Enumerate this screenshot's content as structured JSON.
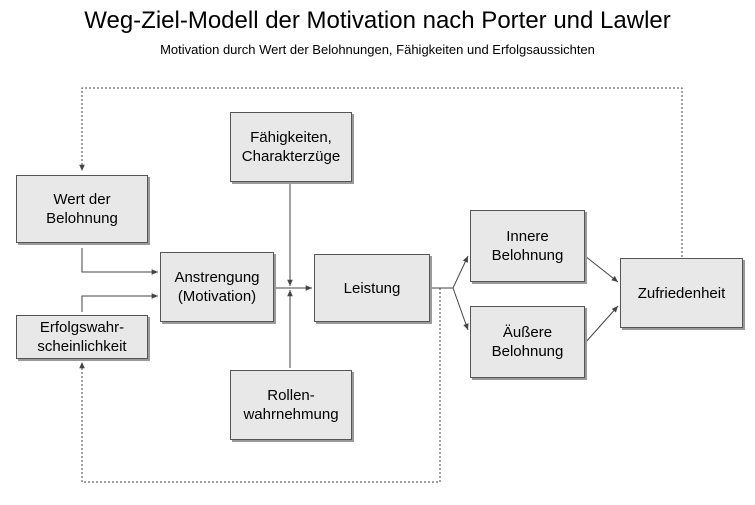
{
  "title": "Weg-Ziel-Modell der Motivation nach Porter und Lawler",
  "subtitle": "Motivation durch Wert der Belohnungen, Fähigkeiten und Erfolgsaussichten",
  "nodes": {
    "wert": "Wert der\nBelohnung",
    "erfolg": "Erfolgswahr-\nscheinlichkeit",
    "anstrengung": "Anstrengung\n(Motivation)",
    "faehigkeiten": "Fähigkeiten,\nCharakterzüge",
    "rollen": "Rollen-\nwahrnehmung",
    "leistung": "Leistung",
    "innere": "Innere\nBelohnung",
    "aeussere": "Äußere\nBelohnung",
    "zufriedenheit": "Zufriedenheit"
  },
  "colors": {
    "box_fill": "#e8e8e8",
    "box_border": "#555555",
    "box_shadow": "#9a9a9a",
    "line": "#444444"
  }
}
